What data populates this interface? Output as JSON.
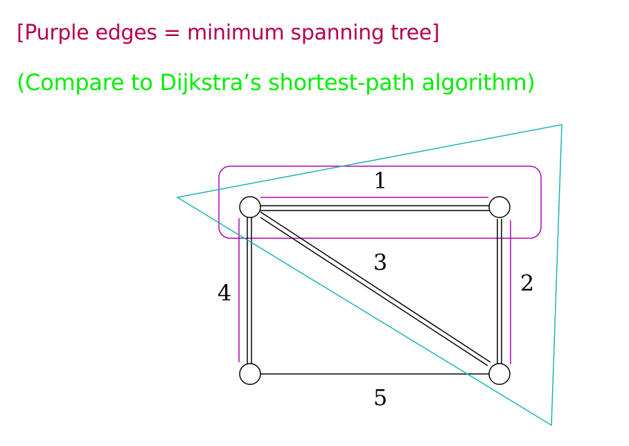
{
  "heading": {
    "title": "[Purple edges = minimum spanning tree]",
    "subtitle": "(Compare to Dijkstra’s shortest-path algorithm)"
  },
  "graph": {
    "edge_weights": {
      "top": "1",
      "right": "2",
      "diagonal": "3",
      "left": "4",
      "bottom": "5"
    }
  },
  "colors": {
    "title": "#b5004d",
    "subtitle": "#00ee00",
    "mst": "#b000b0",
    "triangle": "#1ab3b3",
    "edges": "#000000"
  }
}
